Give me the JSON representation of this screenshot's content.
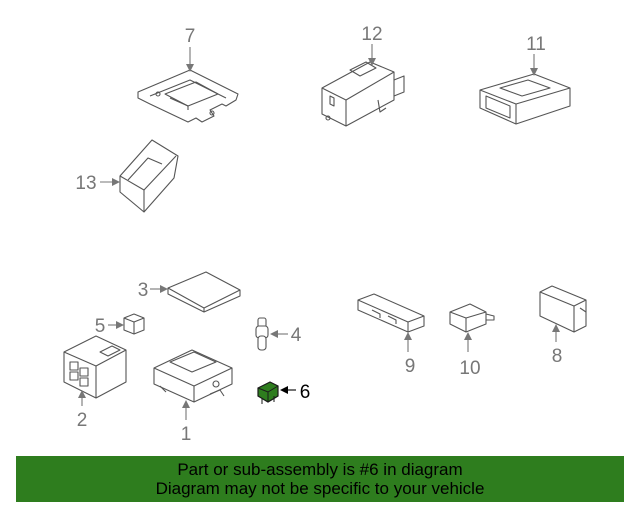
{
  "callouts": {
    "c1": "1",
    "c2": "2",
    "c3": "3",
    "c4": "4",
    "c5": "5",
    "c6": "6",
    "c7": "7",
    "c8": "8",
    "c9": "9",
    "c10": "10",
    "c11": "11",
    "c12": "12",
    "c13": "13"
  },
  "highlighted_part": "6",
  "colors": {
    "banner": "#2e7d1e",
    "highlight_part": "#2e7d1e",
    "line_art": "#555555",
    "callout_text": "#777777"
  },
  "banner": {
    "line1": "Part or sub-assembly is #6 in diagram",
    "line2": "Diagram may not be specific to your vehicle"
  }
}
